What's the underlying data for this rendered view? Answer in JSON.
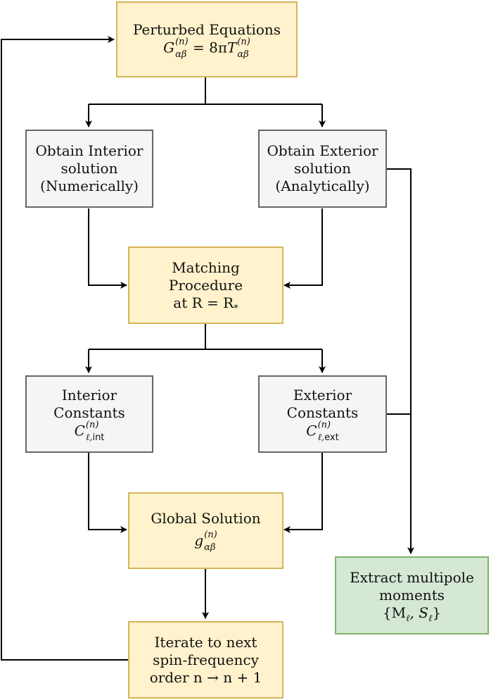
{
  "nodes": {
    "perturbed": {
      "line1": "Perturbed Equations",
      "eq_lhs": "G",
      "eq_lhs_sup": "(n)",
      "eq_lhs_sub": "αβ",
      "eq_mid": " = 8π",
      "eq_rhs": "T",
      "eq_rhs_sup": "(n)",
      "eq_rhs_sub": "αβ"
    },
    "interior_solution": {
      "line1": "Obtain Interior",
      "line2": "solution",
      "line3": "(Numerically)"
    },
    "exterior_solution": {
      "line1": "Obtain Exterior",
      "line2": "solution",
      "line3": "(Analytically)"
    },
    "matching": {
      "line1": "Matching",
      "line2": "Procedure",
      "line3": "at R = R",
      "line3_sub": "*"
    },
    "interior_constants": {
      "line1": "Interior",
      "line2": "Constants",
      "sym": "C",
      "sup": "(n)",
      "sub_l": "ℓ,",
      "sub_t": "int"
    },
    "exterior_constants": {
      "line1": "Exterior",
      "line2": "Constants",
      "sym": "C",
      "sup": "(n)",
      "sub_l": "ℓ,",
      "sub_t": "ext"
    },
    "global": {
      "line1": "Global Solution",
      "sym": "g",
      "sup": "(n)",
      "sub": "αβ"
    },
    "iterate": {
      "line1": "Iterate to next",
      "line2": "spin-frequency",
      "line3": "order n → n + 1"
    },
    "multipole": {
      "line1": "Extract multipole",
      "line2": "moments",
      "line3": "{M",
      "line3_sub1": "ℓ",
      "line3_mid": ", S",
      "line3_sub2": "ℓ",
      "line3_end": "}"
    }
  },
  "colors": {
    "process_fill": "#fff2cc",
    "process_stroke": "#d6b656",
    "step_fill": "#f5f5f5",
    "step_stroke": "#666666",
    "output_fill": "#d5e8d4",
    "output_stroke": "#82b366",
    "edge": "#000000"
  }
}
